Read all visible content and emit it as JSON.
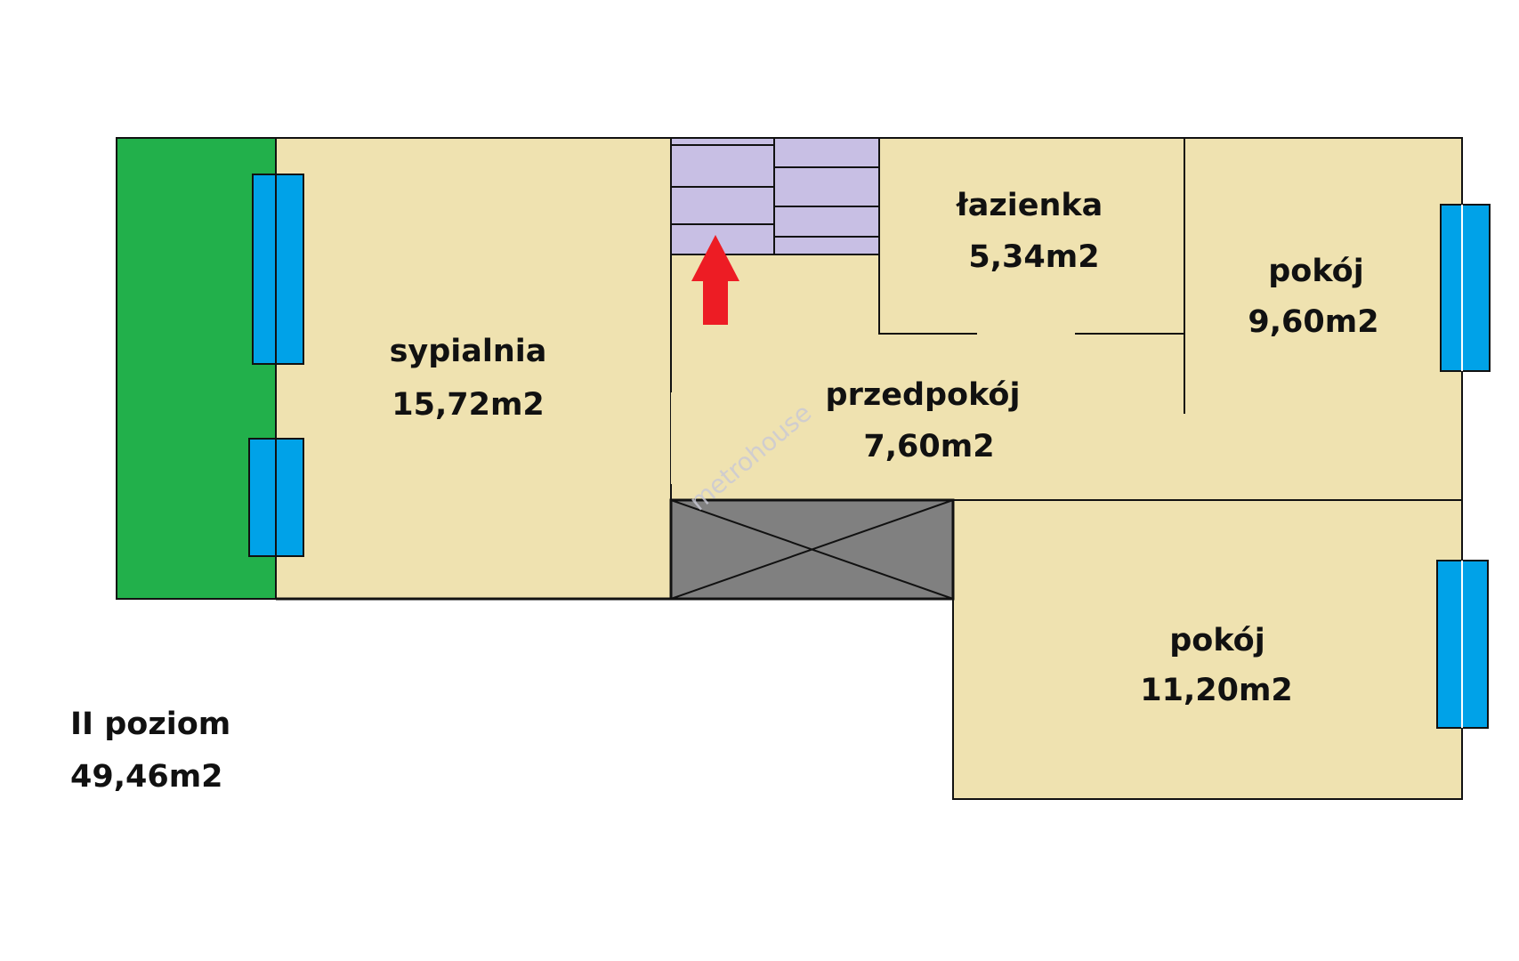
{
  "plan": {
    "level_name": "II poziom",
    "level_area": "49,46m2",
    "watermark": "metrohouse",
    "rooms": [
      {
        "name": "sypialnia",
        "area": "15,72m2"
      },
      {
        "name": "łazienka",
        "area": "5,34m2"
      },
      {
        "name": "pokój",
        "area": "9,60m2"
      },
      {
        "name": "przedpokój",
        "area": "7,60m2"
      },
      {
        "name": "pokój",
        "area": "11,20m2"
      }
    ]
  },
  "colors": {
    "floor": "#efe2b0",
    "balcony": "#22b04b",
    "stairs": "#c8bfe4",
    "window": "#00a2e8",
    "shaft": "#808080",
    "arrow": "#ed1c24"
  }
}
